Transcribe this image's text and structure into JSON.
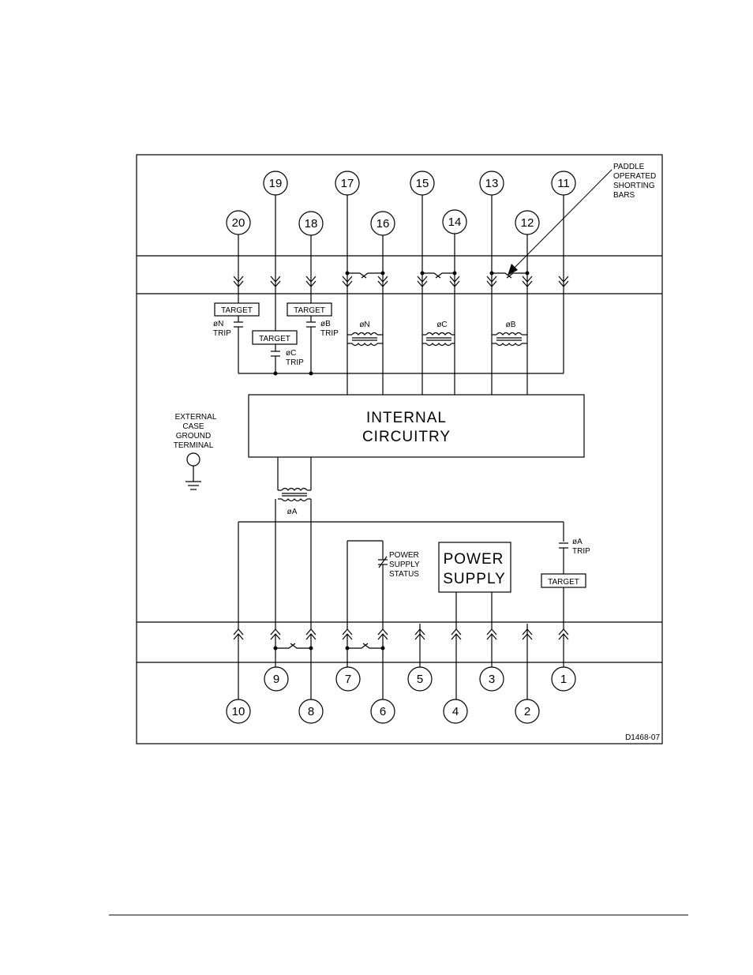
{
  "upper_terminals_top": [
    "19",
    "17",
    "15",
    "13",
    "11"
  ],
  "upper_terminals_bottom": [
    "20",
    "18",
    "16",
    "14",
    "12"
  ],
  "lower_terminals_top": [
    "9",
    "7",
    "5",
    "3",
    "1"
  ],
  "lower_terminals_bottom": [
    "10",
    "8",
    "6",
    "4",
    "2"
  ],
  "callout": [
    "PADDLE",
    "OPERATED",
    "SHORTING",
    "BARS"
  ],
  "target_label": "TARGET",
  "trip_labels": {
    "n": [
      "øN",
      "TRIP"
    ],
    "c": [
      "øC",
      "TRIP"
    ],
    "b": [
      "øB",
      "TRIP"
    ],
    "a": [
      "øA",
      "TRIP"
    ]
  },
  "ct_labels": {
    "n": "øN",
    "c": "øC",
    "b": "øB",
    "a": "øA"
  },
  "internal_circuitry": [
    "INTERNAL",
    "CIRCUITRY"
  ],
  "ground_label": [
    "EXTERNAL",
    "CASE",
    "GROUND",
    "TERMINAL"
  ],
  "power_supply_status": [
    "POWER",
    "SUPPLY",
    "STATUS"
  ],
  "power_supply": [
    "POWER",
    "SUPPLY"
  ],
  "drawing_number": "D1468-07"
}
